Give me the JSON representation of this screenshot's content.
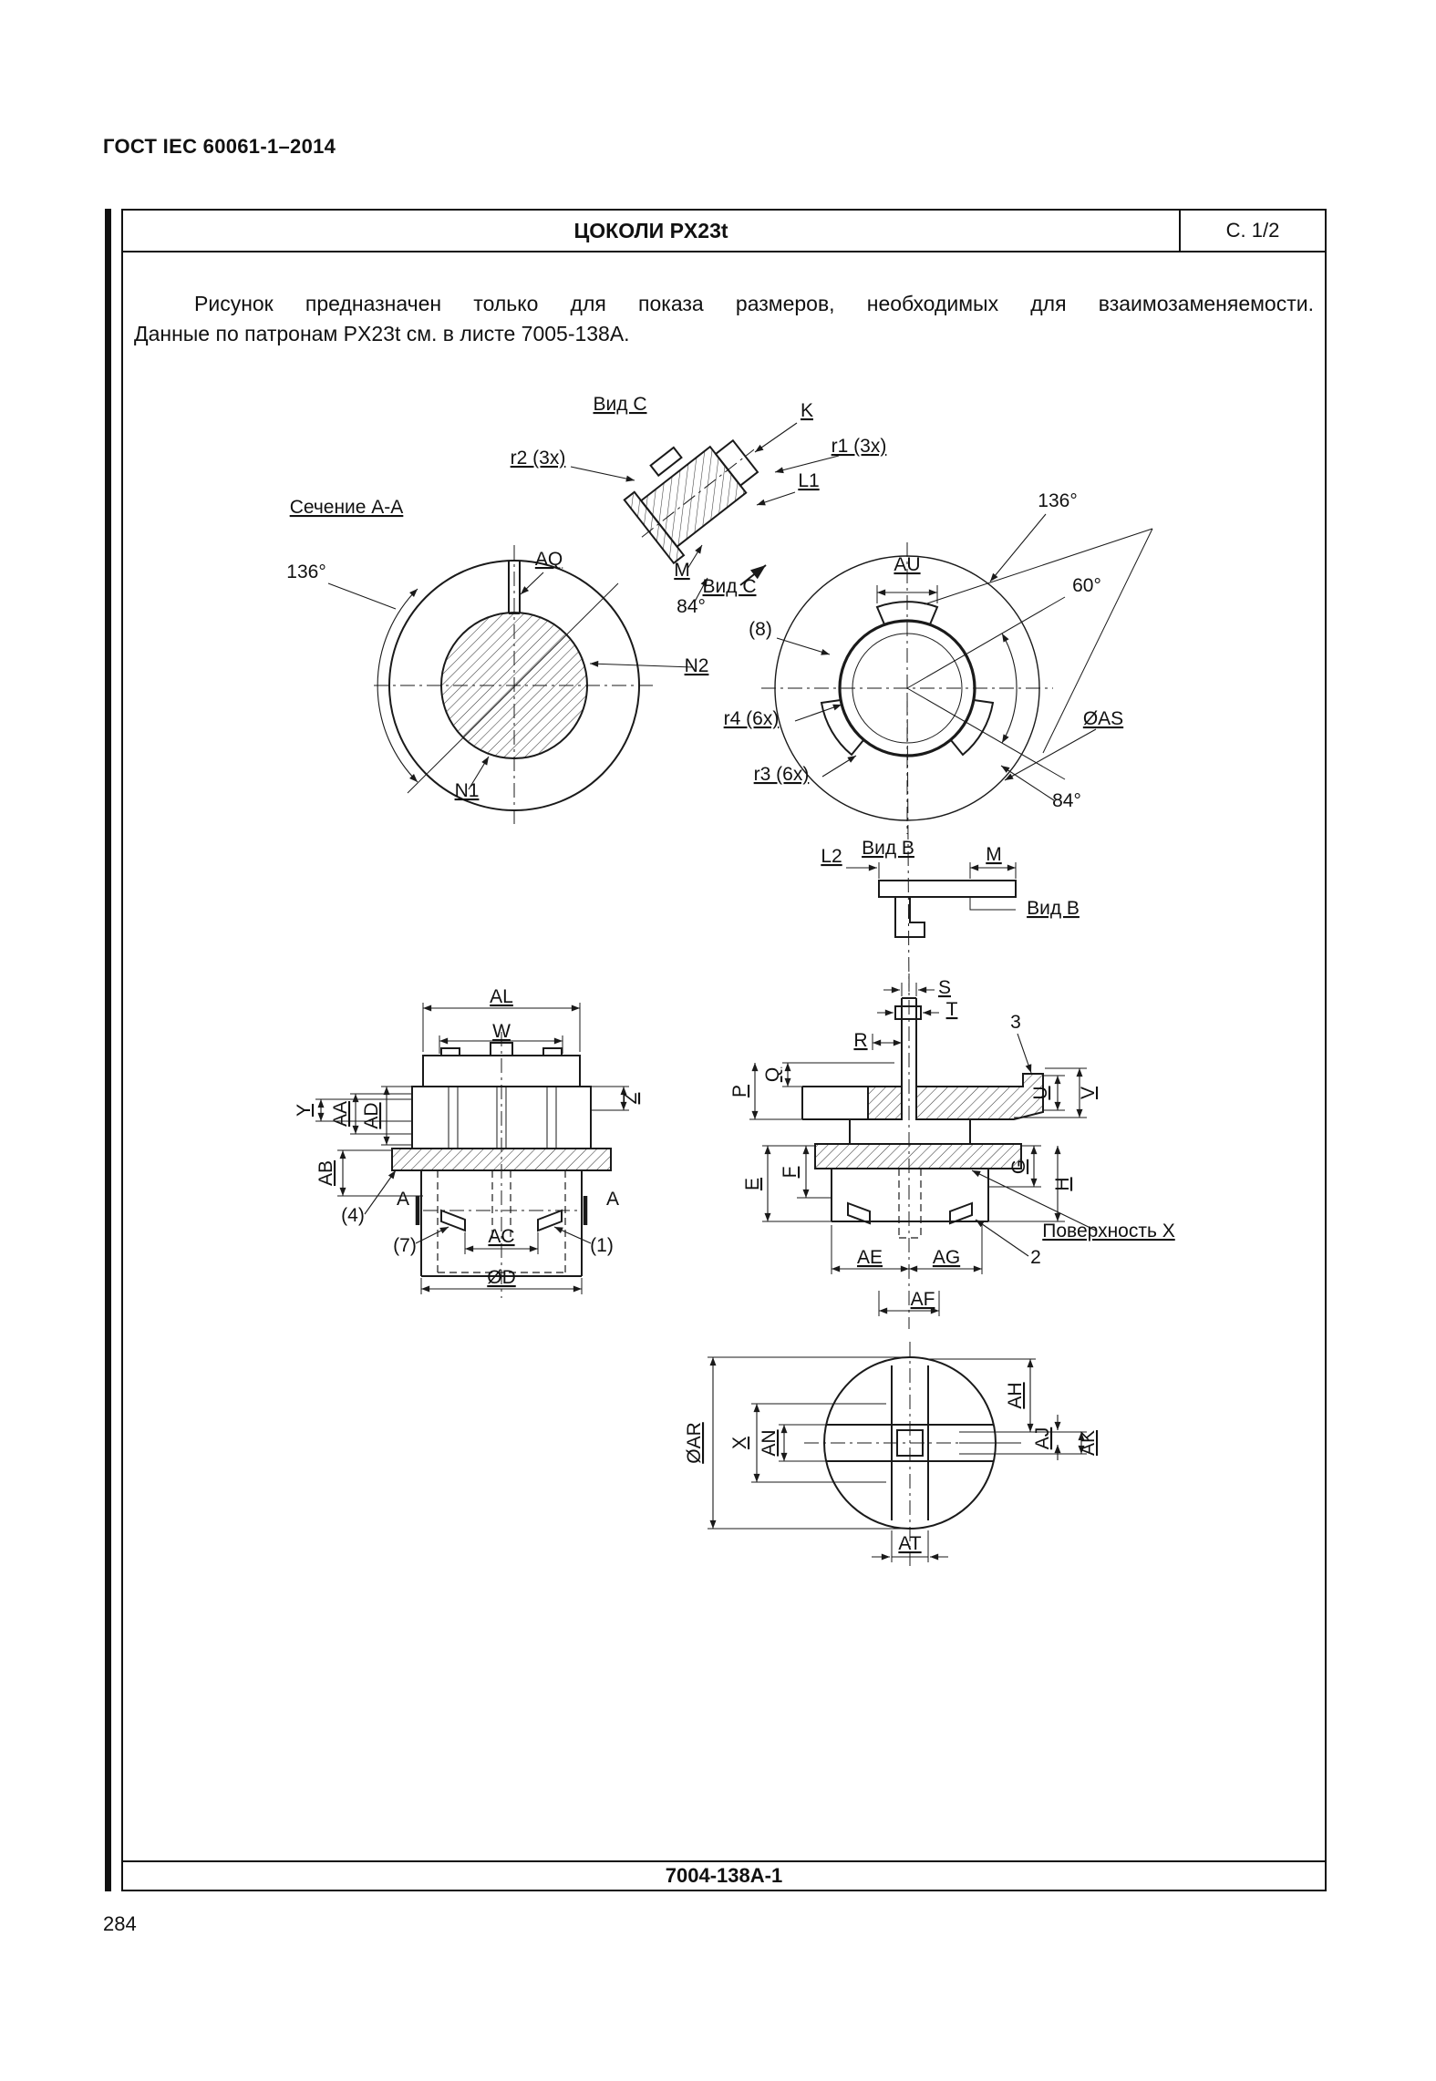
{
  "page": {
    "standard_header": "ГОСТ IEC 60061-1–2014",
    "page_number": "284"
  },
  "sheet": {
    "title": "ЦОКОЛИ PX23t",
    "page_ref": "С. 1/2",
    "note_line1": "Рисунок предназначен только для показа размеров, необходимых для взаимозаменяемости.",
    "note_line2": "Данные по патронам PX23t см. в листе 7005-138А.",
    "sheet_number": "7004-138А-1"
  },
  "drawing": {
    "labels": {
      "vid_c_top": "Вид С",
      "k": "K",
      "r1": "r1 (3x)",
      "r2": "r2 (3x)",
      "l1": "L1",
      "section_aa": "Сечение А-А",
      "deg136_right": "136°",
      "m_top": "M",
      "vid_c_bottom": "Вид С",
      "deg84_top": "84°",
      "au": "AU",
      "deg60": "60°",
      "deg136_left": "136°",
      "aq": "AQ",
      "ref8": "(8)",
      "n2": "N2",
      "r4": "r4 (6x)",
      "oas": "ØAS",
      "r3": "r3 (6x)",
      "deg84_right": "84°",
      "n1": "N1",
      "l2": "L2",
      "vid_b_small": "Вид В",
      "m_mid": "M",
      "vid_b_right": "Вид В",
      "s": "S",
      "t": "T",
      "al": "AL",
      "w": "W",
      "r": "R",
      "ref3": "3",
      "u": "U",
      "v": "V",
      "q": "Q",
      "p": "P",
      "y": "Y",
      "aa": "AA",
      "ad": "AD",
      "z": "Z",
      "ab": "AB",
      "f": "F",
      "g": "G",
      "h": "H",
      "e": "E",
      "ref4": "(4)",
      "a_left": "A",
      "a_right": "A",
      "surface_x": "Поверхность X",
      "ref7": "(7)",
      "ac": "AC",
      "ref1": "(1)",
      "ref2": "2",
      "ae": "AE",
      "ag": "AG",
      "od": "ØD",
      "af": "AF",
      "oar": "ØAR",
      "x": "X",
      "an": "AN",
      "ah": "AH",
      "aj": "AJ",
      "ak": "AK",
      "at": "AT"
    }
  }
}
